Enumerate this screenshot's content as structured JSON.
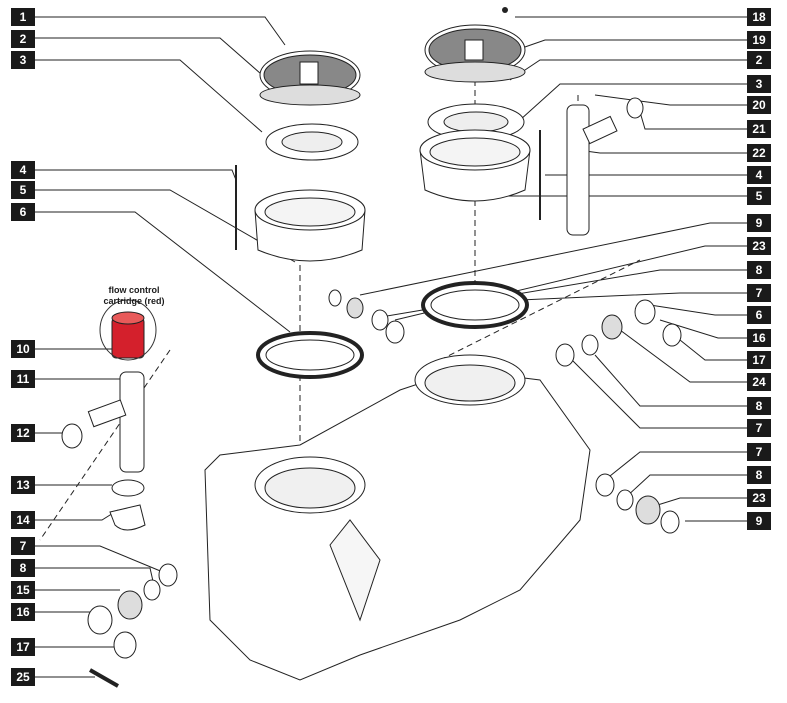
{
  "callout": {
    "line1": "flow control",
    "line2": "cartridge (red)"
  },
  "colors": {
    "label_bg": "#1a1a1a",
    "label_text": "#ffffff",
    "cartridge": "#d4202c",
    "line": "#222222"
  },
  "labels_left": [
    "1",
    "2",
    "3",
    "4",
    "5",
    "6",
    "10",
    "11",
    "12",
    "13",
    "14",
    "7",
    "8",
    "15",
    "16",
    "17",
    "25"
  ],
  "labels_right": [
    "18",
    "19",
    "2",
    "3",
    "20",
    "21",
    "22",
    "4",
    "5",
    "9",
    "23",
    "8",
    "7",
    "6",
    "16",
    "17",
    "24",
    "8",
    "7",
    "7",
    "8",
    "23",
    "9"
  ]
}
